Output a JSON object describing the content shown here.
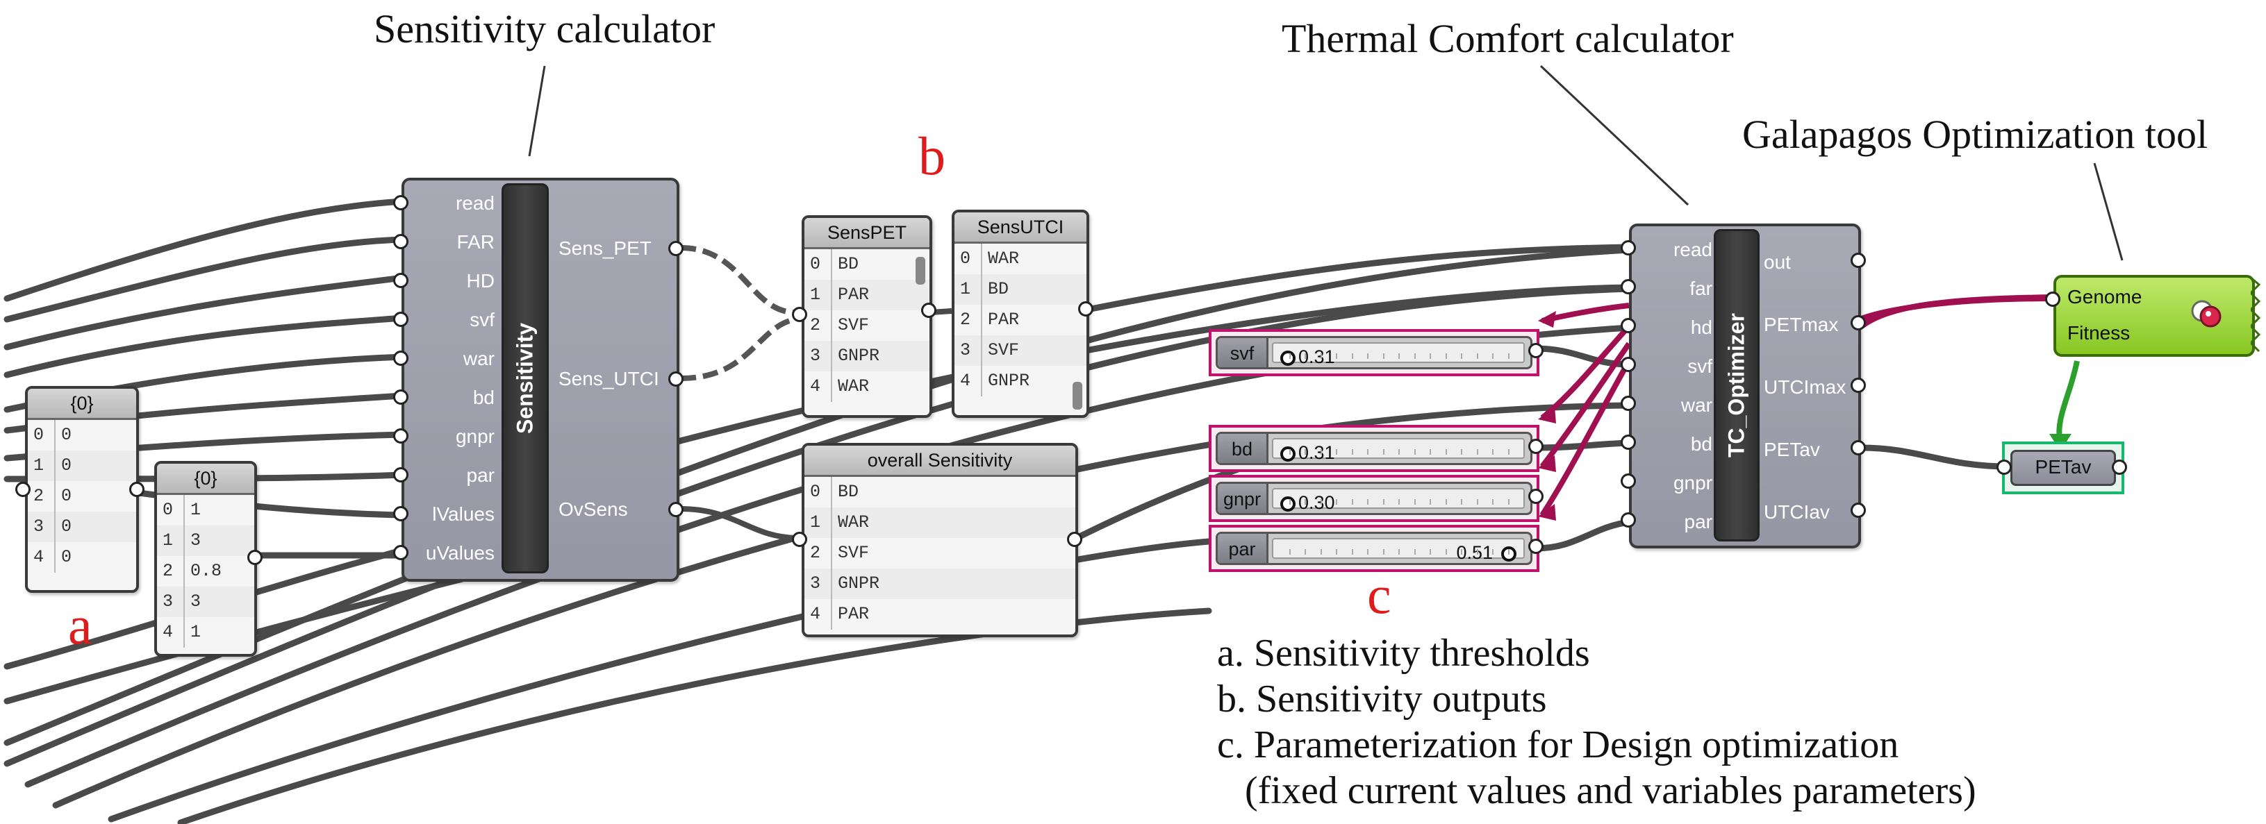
{
  "captions": {
    "sensitivity_calculator": "Sensitivity calculator",
    "thermal_comfort_calculator": "Thermal Comfort calculator",
    "galapagos_tool": "Galapagos Optimization tool"
  },
  "letters": {
    "a": "a",
    "b": "b",
    "c": "c"
  },
  "legend": [
    "a. Sensitivity thresholds",
    "b. Sensitivity outputs",
    "c. Parameterization for Design optimization",
    "(fixed current values and variables parameters)"
  ],
  "threshold_panel_a1": {
    "header": "{0}",
    "rows": [
      {
        "index": "0",
        "value": "0"
      },
      {
        "index": "1",
        "value": "0"
      },
      {
        "index": "2",
        "value": "0"
      },
      {
        "index": "3",
        "value": "0"
      },
      {
        "index": "4",
        "value": "0"
      }
    ]
  },
  "threshold_panel_a2": {
    "header": "{0}",
    "rows": [
      {
        "index": "0",
        "value": "1"
      },
      {
        "index": "1",
        "value": "3"
      },
      {
        "index": "2",
        "value": "0.8"
      },
      {
        "index": "3",
        "value": "3"
      },
      {
        "index": "4",
        "value": "1"
      }
    ]
  },
  "sensitivity_component": {
    "name": "Sensitivity",
    "inputs": [
      "read",
      "FAR",
      "HD",
      "svf",
      "war",
      "bd",
      "gnpr",
      "par",
      "lValues",
      "uValues"
    ],
    "outputs": [
      "Sens_PET",
      "Sens_UTCI",
      "OvSens"
    ]
  },
  "sens_pet_panel": {
    "header": "SensPET",
    "rows": [
      {
        "index": "0",
        "value": "BD"
      },
      {
        "index": "1",
        "value": "PAR"
      },
      {
        "index": "2",
        "value": "SVF"
      },
      {
        "index": "3",
        "value": "GNPR"
      },
      {
        "index": "4",
        "value": "WAR"
      }
    ]
  },
  "sens_utci_panel": {
    "header": "SensUTCI",
    "rows": [
      {
        "index": "0",
        "value": "WAR"
      },
      {
        "index": "1",
        "value": "BD"
      },
      {
        "index": "2",
        "value": "PAR"
      },
      {
        "index": "3",
        "value": "SVF"
      },
      {
        "index": "4",
        "value": "GNPR"
      }
    ]
  },
  "overall_panel": {
    "header": "overall Sensitivity",
    "rows": [
      {
        "index": "0",
        "value": "BD"
      },
      {
        "index": "1",
        "value": "WAR"
      },
      {
        "index": "2",
        "value": "SVF"
      },
      {
        "index": "3",
        "value": "GNPR"
      },
      {
        "index": "4",
        "value": "PAR"
      }
    ]
  },
  "sliders": [
    {
      "label": "svf",
      "value": "0.31",
      "level": 0.31
    },
    {
      "label": "bd",
      "value": "0.31",
      "level": 0.31
    },
    {
      "label": "gnpr",
      "value": "0.30",
      "level": 0.3
    },
    {
      "label": "par",
      "value": "0.51",
      "level": 0.51
    }
  ],
  "tc_component": {
    "name": "TC_Optimizer",
    "inputs": [
      "read",
      "far",
      "hd",
      "svf",
      "war",
      "bd",
      "gnpr",
      "par"
    ],
    "outputs": [
      "out",
      "PETmax",
      "UTCImax",
      "PETav",
      "UTCIav"
    ]
  },
  "galapagos": {
    "genome": "Genome",
    "fitness": "Fitness"
  },
  "petav_param": {
    "label": "PETav"
  },
  "colors": {
    "wire": "#3a3a3a",
    "magenta": "#a01050",
    "green": "#2ca02c",
    "red_letter": "#e01b1b"
  }
}
